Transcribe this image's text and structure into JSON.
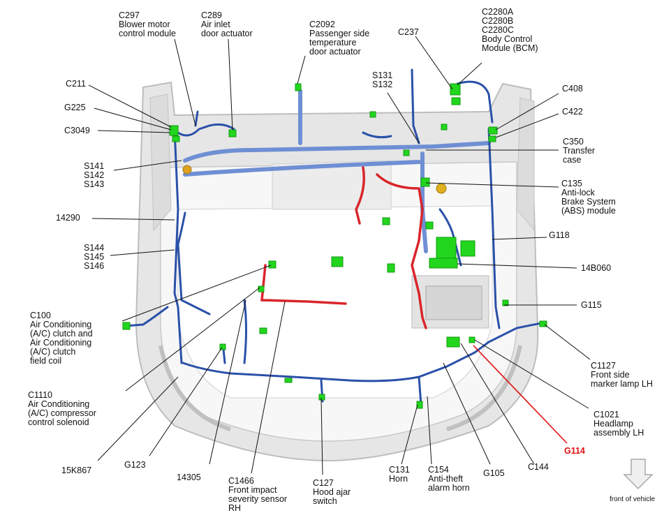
{
  "colors": {
    "harness_blue": "#2a50a8",
    "harness_light": "#6f8fd4",
    "harness_red": "#d8262c",
    "connector_green": "#22d61e",
    "frame_gray": "#d9d9d9",
    "ground_callout_red": "#e01010"
  },
  "labels": {
    "c297": "C297\nBlower motor\ncontrol module",
    "c289": "C289\nAir inlet\ndoor actuator",
    "c2092": "C2092\nPassenger side\ntemperature\ndoor actuator",
    "c237": "C237",
    "c2280": "C2280A\nC2280B\nC2280C\nBody Control\nModule (BCM)",
    "c211": "C211",
    "g225": "G225",
    "c3049": "C3049",
    "s131": "S131\nS132",
    "c408": "C408",
    "c422": "C422",
    "s141": "S141\nS142\nS143",
    "c350": "C350\nTransfer\ncase",
    "c135": "C135\nAnti-lock\nBrake System\n(ABS) module",
    "h14290": "14290",
    "s144": "S144\nS145\nS146",
    "g118": "G118",
    "h14b060": "14B060",
    "c100": "C100\nAir Conditioning\n(A/C) clutch and\nAir Conditioning\n(A/C) clutch\nfield coil",
    "g115": "G115",
    "c1127": "C1127\nFront side\nmarker lamp LH",
    "c1110": "C1110\nAir Conditioning\n(A/C) compressor\ncontrol solenoid",
    "c1021": "C1021\nHeadlamp\nassembly LH",
    "g114": "G114",
    "h15k867": "15K867",
    "g123": "G123",
    "h14305": "14305",
    "c1466": "C1466\nFront impact\nseverity sensor\nRH",
    "c127": "C127\nHood ajar\nswitch",
    "c131": "C131\nHorn",
    "c154": "C154\nAnti-theft\nalarm horn",
    "g105": "G105",
    "c144": "C144",
    "front_of_vehicle": "front of vehicle"
  }
}
